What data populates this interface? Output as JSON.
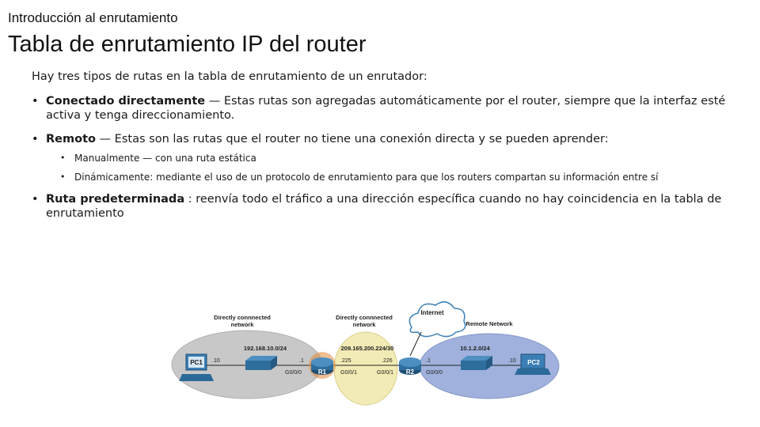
{
  "header": {
    "subtitle": "Introducción al enrutamiento",
    "title": "Tabla de enrutamiento IP del router"
  },
  "body": {
    "intro": "Hay tres tipos de rutas en la tabla de enrutamiento de un enrutador:",
    "items": [
      {
        "term": "Conectado directamente",
        "text": " — Estas rutas son agregadas automáticamente por el router, siempre que la interfaz esté activa y tenga direccionamiento."
      },
      {
        "term": "Remoto",
        "text": " — Estas son las rutas que el router no tiene una conexión directa y se pueden aprender:",
        "subitems": [
          "Manualmente — con una ruta estática",
          "Dinámicamente: mediante el uso de un protocolo de enrutamiento para que los routers compartan su información entre sí"
        ]
      },
      {
        "term": "Ruta predeterminada",
        "text": " : reenvía todo el tráfico a una dirección específica cuando no hay coincidencia en la tabla de enrutamiento"
      }
    ]
  },
  "diagram": {
    "net1_label_line1": "Directly connnected",
    "net1_label_line2": "network",
    "net2_label_line1": "Directly connnected",
    "net2_label_line2": "network",
    "remote_label": "Remote Network",
    "internet_label": "Internet",
    "net1_address": "192.168.10.0/24",
    "net2_address": "209.165.200.224/30",
    "net3_address": "10.1.2.0/24",
    "pc1_label": "PC1",
    "pc2_label": "PC2",
    "r1_label": "R1",
    "r2_label": "R2",
    "pc1_host": ".10",
    "r1_left_host": ".1",
    "r1_left_iface": "G0/0/0",
    "r1_right_host": ".225",
    "r1_right_iface": "G0/0/1",
    "r2_left_host": ".226",
    "r2_left_iface": "G0/0/1",
    "r2_right_host": ".1",
    "r2_right_iface": "G0/0/0",
    "pc2_host": ".10",
    "colors": {
      "left_net": "#c8c8c8",
      "mid_net": "#f3ebb5",
      "right_net": "#9fb1dc",
      "router": "#2f6e9c",
      "r1_halo": "#e0893a"
    }
  }
}
